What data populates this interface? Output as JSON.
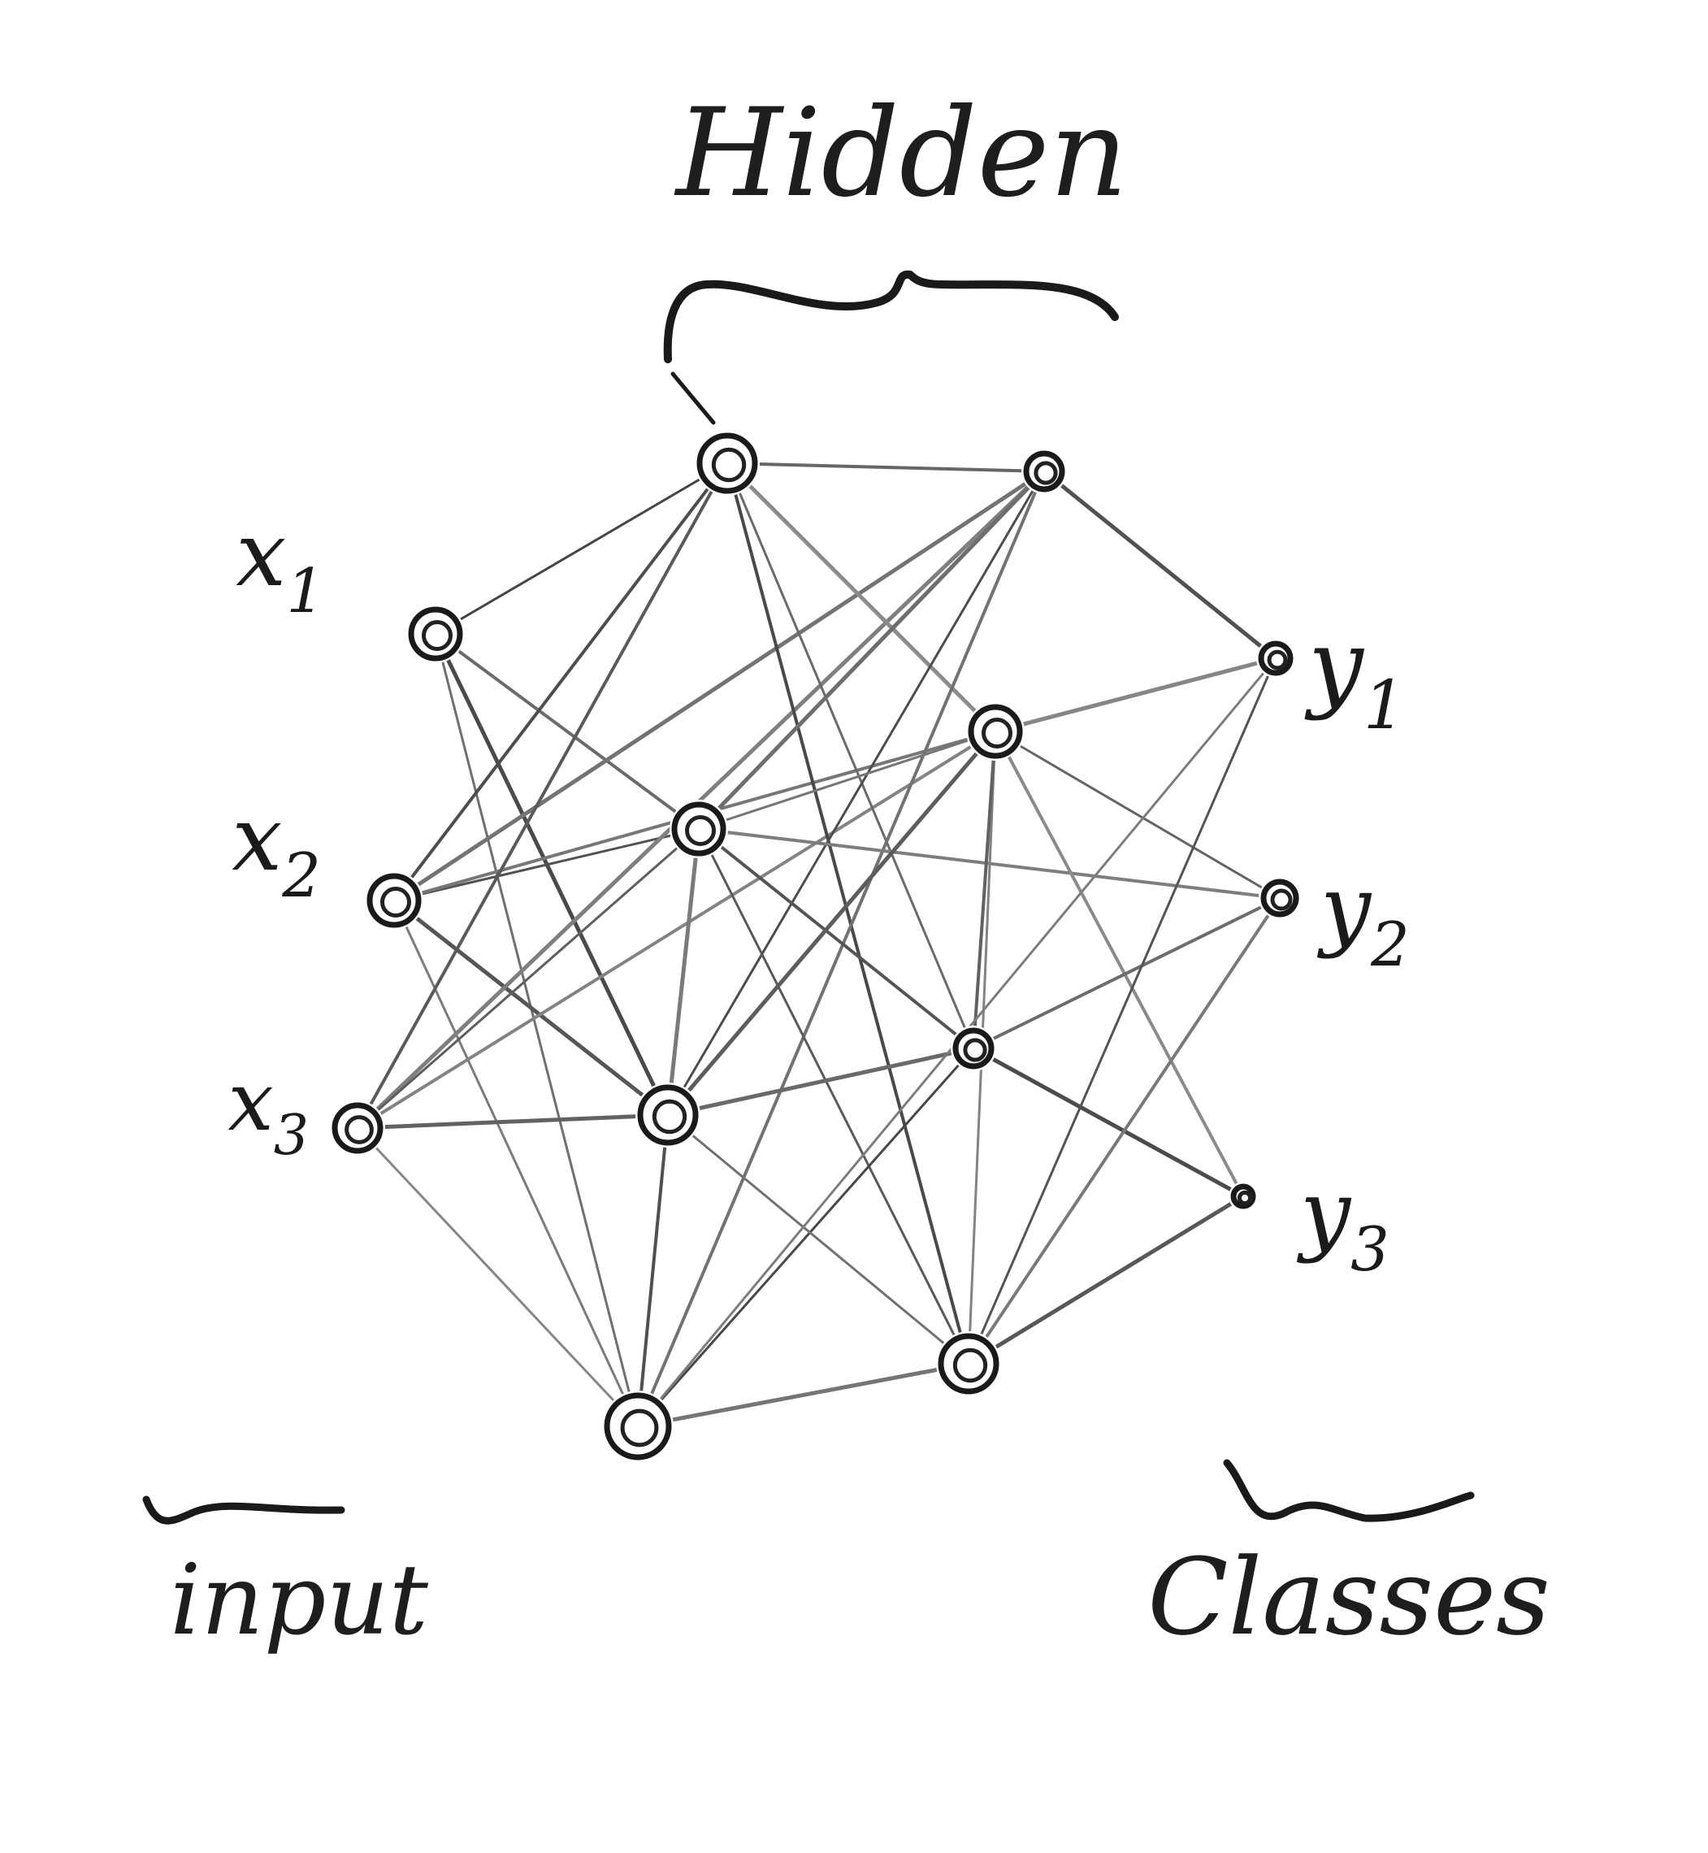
{
  "diagram": {
    "type": "neural-network",
    "group_labels": {
      "hidden": "Hidden",
      "input": "input",
      "classes": "Classes"
    },
    "input_nodes": [
      {
        "id": "x1",
        "label": "x1",
        "base": "x",
        "sub": "1"
      },
      {
        "id": "x2",
        "label": "x2",
        "base": "x",
        "sub": "2"
      },
      {
        "id": "x3",
        "label": "x3",
        "base": "x",
        "sub": "3"
      }
    ],
    "hidden_nodes": [
      {
        "id": "h1"
      },
      {
        "id": "h2"
      },
      {
        "id": "h3"
      },
      {
        "id": "h4"
      },
      {
        "id": "h5"
      },
      {
        "id": "h6"
      },
      {
        "id": "h7"
      },
      {
        "id": "h8"
      }
    ],
    "output_nodes": [
      {
        "id": "y1",
        "label": "y1",
        "base": "y",
        "sub": "1"
      },
      {
        "id": "y2",
        "label": "y2",
        "base": "y",
        "sub": "2"
      },
      {
        "id": "y3",
        "label": "y3",
        "base": "y",
        "sub": "3"
      }
    ],
    "edges": [
      [
        "x1",
        "h1"
      ],
      [
        "x1",
        "h3"
      ],
      [
        "x1",
        "h6"
      ],
      [
        "x1",
        "h8"
      ],
      [
        "x2",
        "h1"
      ],
      [
        "x2",
        "h2"
      ],
      [
        "x2",
        "h3"
      ],
      [
        "x2",
        "h4"
      ],
      [
        "x2",
        "h6"
      ],
      [
        "x2",
        "h8"
      ],
      [
        "x3",
        "h1"
      ],
      [
        "x3",
        "h2"
      ],
      [
        "x3",
        "h3"
      ],
      [
        "x3",
        "h4"
      ],
      [
        "x3",
        "h6"
      ],
      [
        "x3",
        "h8"
      ],
      [
        "h1",
        "h2"
      ],
      [
        "h1",
        "h4"
      ],
      [
        "h1",
        "h5"
      ],
      [
        "h1",
        "h7"
      ],
      [
        "h2",
        "h3"
      ],
      [
        "h2",
        "h6"
      ],
      [
        "h2",
        "h8"
      ],
      [
        "h2",
        "y1"
      ],
      [
        "h3",
        "h4"
      ],
      [
        "h3",
        "h5"
      ],
      [
        "h3",
        "h6"
      ],
      [
        "h3",
        "h7"
      ],
      [
        "h3",
        "y2"
      ],
      [
        "h4",
        "h6"
      ],
      [
        "h4",
        "h7"
      ],
      [
        "h4",
        "h5"
      ],
      [
        "h4",
        "y1"
      ],
      [
        "h4",
        "y2"
      ],
      [
        "h4",
        "y3"
      ],
      [
        "h5",
        "h6"
      ],
      [
        "h5",
        "h8"
      ],
      [
        "h5",
        "y2"
      ],
      [
        "h5",
        "y3"
      ],
      [
        "h6",
        "h7"
      ],
      [
        "h6",
        "h8"
      ],
      [
        "h7",
        "h8"
      ],
      [
        "h7",
        "y1"
      ],
      [
        "h7",
        "y2"
      ],
      [
        "h7",
        "y3"
      ],
      [
        "h8",
        "y1"
      ]
    ]
  }
}
